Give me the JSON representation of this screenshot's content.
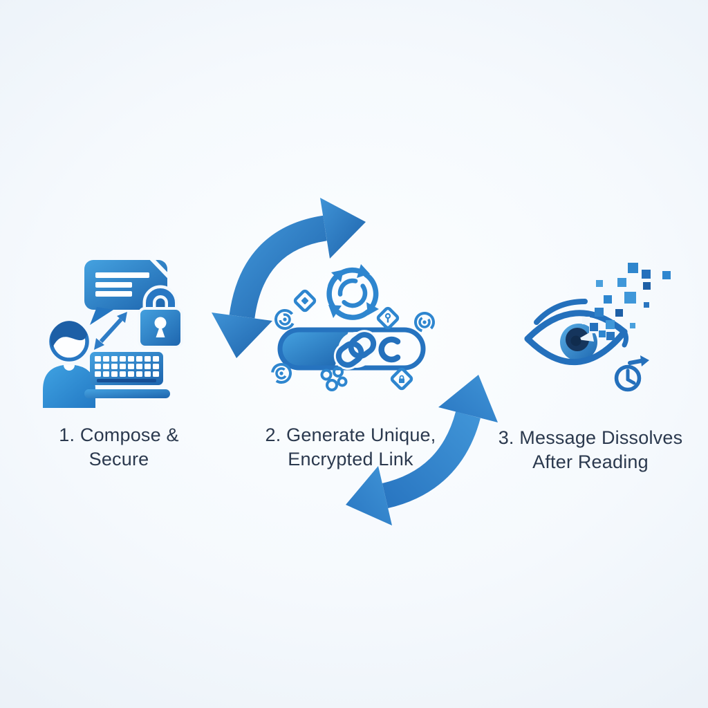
{
  "figure": {
    "type": "process-flow-diagram",
    "step_count": 3
  },
  "palette": {
    "background_center": "#fcfeff",
    "background_edge": "#e9f0f7",
    "blue_light": "#4aa3e0",
    "blue_mid": "#2e7cc6",
    "blue_dark": "#1d5fa6",
    "text_navy": "#2b394e",
    "white": "#ffffff"
  },
  "steps": [
    {
      "index": 1,
      "label_line1": "1. Compose &",
      "label_line2": "Secure",
      "icons": [
        "chat-bubble-icon",
        "padlock-icon",
        "exchange-arrows-icon",
        "person-icon",
        "laptop-keyboard-icon"
      ]
    },
    {
      "index": 2,
      "label_line1": "2. Generate Unique,",
      "label_line2": "Encrypted Link",
      "icons": [
        "sync-cycle-icon",
        "encrypted-capsule-icon",
        "chain-link-icon",
        "ripple-icon",
        "diamond-scan-icon",
        "diamond-key-icon",
        "diamond-lock-icon",
        "dots-cluster-icon"
      ]
    },
    {
      "index": 3,
      "label_line1": "3. Message Dissolves",
      "label_line2": "After Reading",
      "icons": [
        "eye-icon",
        "dissolving-pixels-icon",
        "forward-arrow-icon",
        "timer-clock-icon"
      ]
    }
  ],
  "connectors": [
    {
      "name": "flow-arrow-1",
      "from": "step-1",
      "to": "step-2",
      "shape": "curved-double-headed"
    },
    {
      "name": "flow-arrow-2",
      "from": "step-2",
      "to": "step-3",
      "shape": "curved-double-headed"
    }
  ]
}
